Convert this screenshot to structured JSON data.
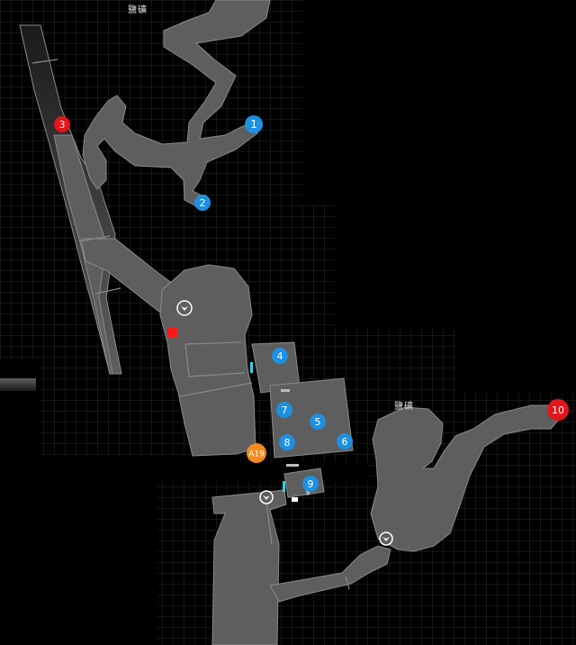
{
  "map": {
    "area_labels": [
      {
        "id": "area-label-top",
        "text": "鹽礦"
      },
      {
        "id": "area-label-right",
        "text": "鹽礦"
      }
    ],
    "colors": {
      "background": "#000000",
      "grid": "#2a2a2a",
      "floor": "#5e5e5e",
      "floor_edge": "#8a8a8a",
      "blue_marker": "#1e90e0",
      "red_marker": "#e3161b",
      "orange_marker": "#f28a1e",
      "door": "#35d0e0",
      "objective": "#ff1a1a"
    },
    "markers": [
      {
        "id": "1",
        "label": "1",
        "color": "blue"
      },
      {
        "id": "2",
        "label": "2",
        "color": "blue"
      },
      {
        "id": "3",
        "label": "3",
        "color": "red"
      },
      {
        "id": "4",
        "label": "4",
        "color": "blue"
      },
      {
        "id": "5",
        "label": "5",
        "color": "blue"
      },
      {
        "id": "6",
        "label": "6",
        "color": "blue"
      },
      {
        "id": "7",
        "label": "7",
        "color": "blue"
      },
      {
        "id": "8",
        "label": "8",
        "color": "blue"
      },
      {
        "id": "9",
        "label": "9",
        "color": "blue"
      },
      {
        "id": "10",
        "label": "10",
        "color": "red"
      },
      {
        "id": "a19",
        "label": "A19",
        "color": "orange"
      }
    ],
    "icons": [
      {
        "id": "typewriter-1",
        "icon": "typewriter-save-icon"
      },
      {
        "id": "typewriter-2",
        "icon": "typewriter-save-icon"
      },
      {
        "id": "typewriter-3",
        "icon": "typewriter-save-icon"
      },
      {
        "id": "objective",
        "icon": "objective-square-icon"
      },
      {
        "id": "merchant",
        "icon": "merchant-icon"
      },
      {
        "id": "item-box",
        "icon": "item-box-icon"
      }
    ]
  }
}
